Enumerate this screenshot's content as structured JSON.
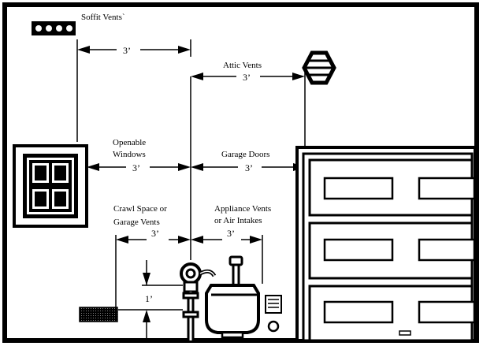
{
  "labels": {
    "soffit_vents": "Soffit Vents`",
    "attic_vents": "Attic Vents",
    "openable_windows_line1": "Openable",
    "openable_windows_line2": "Windows",
    "garage_doors": "Garage Doors",
    "crawl_space_line1": "Crawl Space or",
    "crawl_space_line2": "Garage  Vents",
    "appliance_vents_line1": "Appliance Vents",
    "appliance_vents_line2": "or Air Intakes"
  },
  "dimensions": {
    "soffit_to_meter": "3’",
    "meter_to_attic_vent": "3’",
    "window_to_meter": "3’",
    "meter_to_garage_door": "3’",
    "crawl_vent_to_meter": "3’",
    "meter_to_appliance_vent": "3’",
    "vertical_clearance": "1’"
  },
  "colors": {
    "line": "#000000",
    "background": "#ffffff"
  }
}
